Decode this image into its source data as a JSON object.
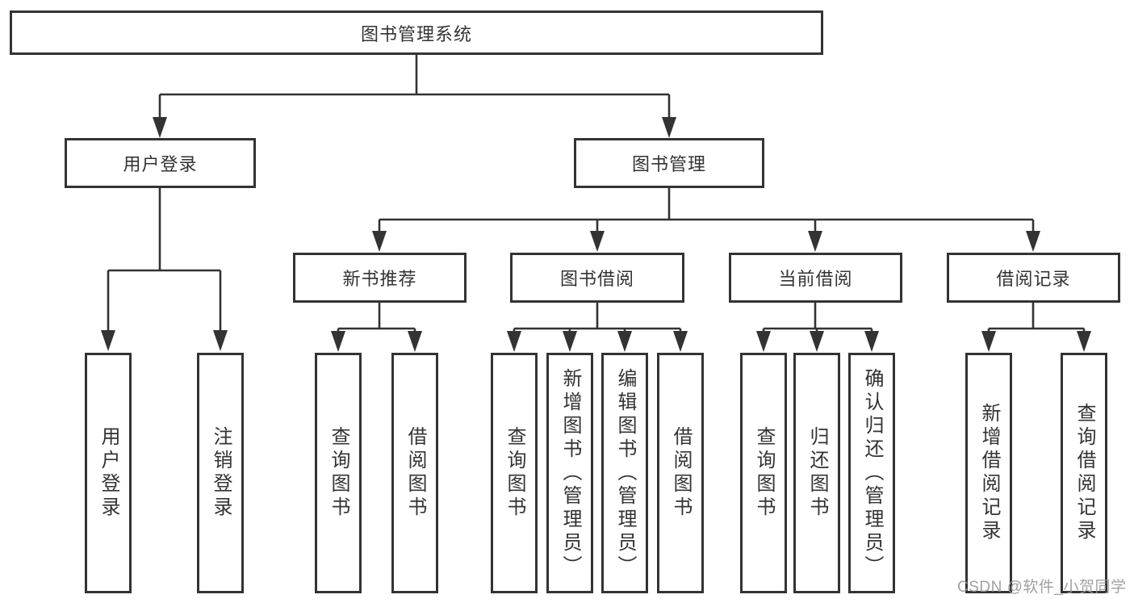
{
  "watermark": "CSDN @软件_小贺同学",
  "colors": {
    "line": "#333333",
    "text": "#333333",
    "box_background": "#ffffff",
    "watermark": "#989898"
  },
  "tree": {
    "root": {
      "label": "图书管理系统"
    },
    "branches": [
      {
        "label": "用户登录",
        "children": [
          {
            "label": "用户登录"
          },
          {
            "label": "注销登录"
          }
        ]
      },
      {
        "label": "图书管理",
        "children": [
          {
            "label": "新书推荐",
            "children": [
              {
                "label": "查询图书"
              },
              {
                "label": "借阅图书"
              }
            ]
          },
          {
            "label": "图书借阅",
            "children": [
              {
                "label": "查询图书"
              },
              {
                "label": "新增图书（管理员）"
              },
              {
                "label": "编辑图书（管理员）"
              },
              {
                "label": "借阅图书"
              }
            ]
          },
          {
            "label": "当前借阅",
            "children": [
              {
                "label": "查询图书"
              },
              {
                "label": "归还图书"
              },
              {
                "label": "确认归还（管理员）"
              }
            ]
          },
          {
            "label": "借阅记录",
            "children": [
              {
                "label": "新增借阅记录"
              },
              {
                "label": "查询借阅记录"
              }
            ]
          }
        ]
      }
    ]
  }
}
